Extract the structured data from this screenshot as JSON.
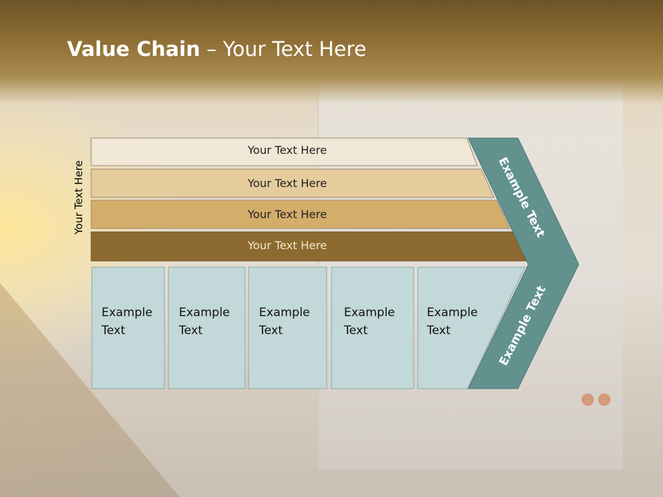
{
  "title": {
    "bold": "Value Chain",
    "rest": " – Your Text Here"
  },
  "side_label": "Your Text Here",
  "bars": [
    {
      "label": "Your Text Here",
      "color": "#f1e7d7"
    },
    {
      "label": "Your Text Here",
      "color": "#e5cc9d"
    },
    {
      "label": "Your Text Here",
      "color": "#d3ad6a"
    },
    {
      "label": "Your Text Here",
      "color": "#8c6a30"
    }
  ],
  "cells": [
    {
      "line1": "Example",
      "line2": "Text"
    },
    {
      "line1": "Example",
      "line2": "Text"
    },
    {
      "line1": "Example",
      "line2": "Text"
    },
    {
      "line1": "Example",
      "line2": "Text"
    },
    {
      "line1": "Example",
      "line2": "Text"
    }
  ],
  "arrow": {
    "top_label": "Example Text",
    "bottom_label": "Example Text",
    "color": "#62918e"
  },
  "cell_color": "#c3d8d8"
}
